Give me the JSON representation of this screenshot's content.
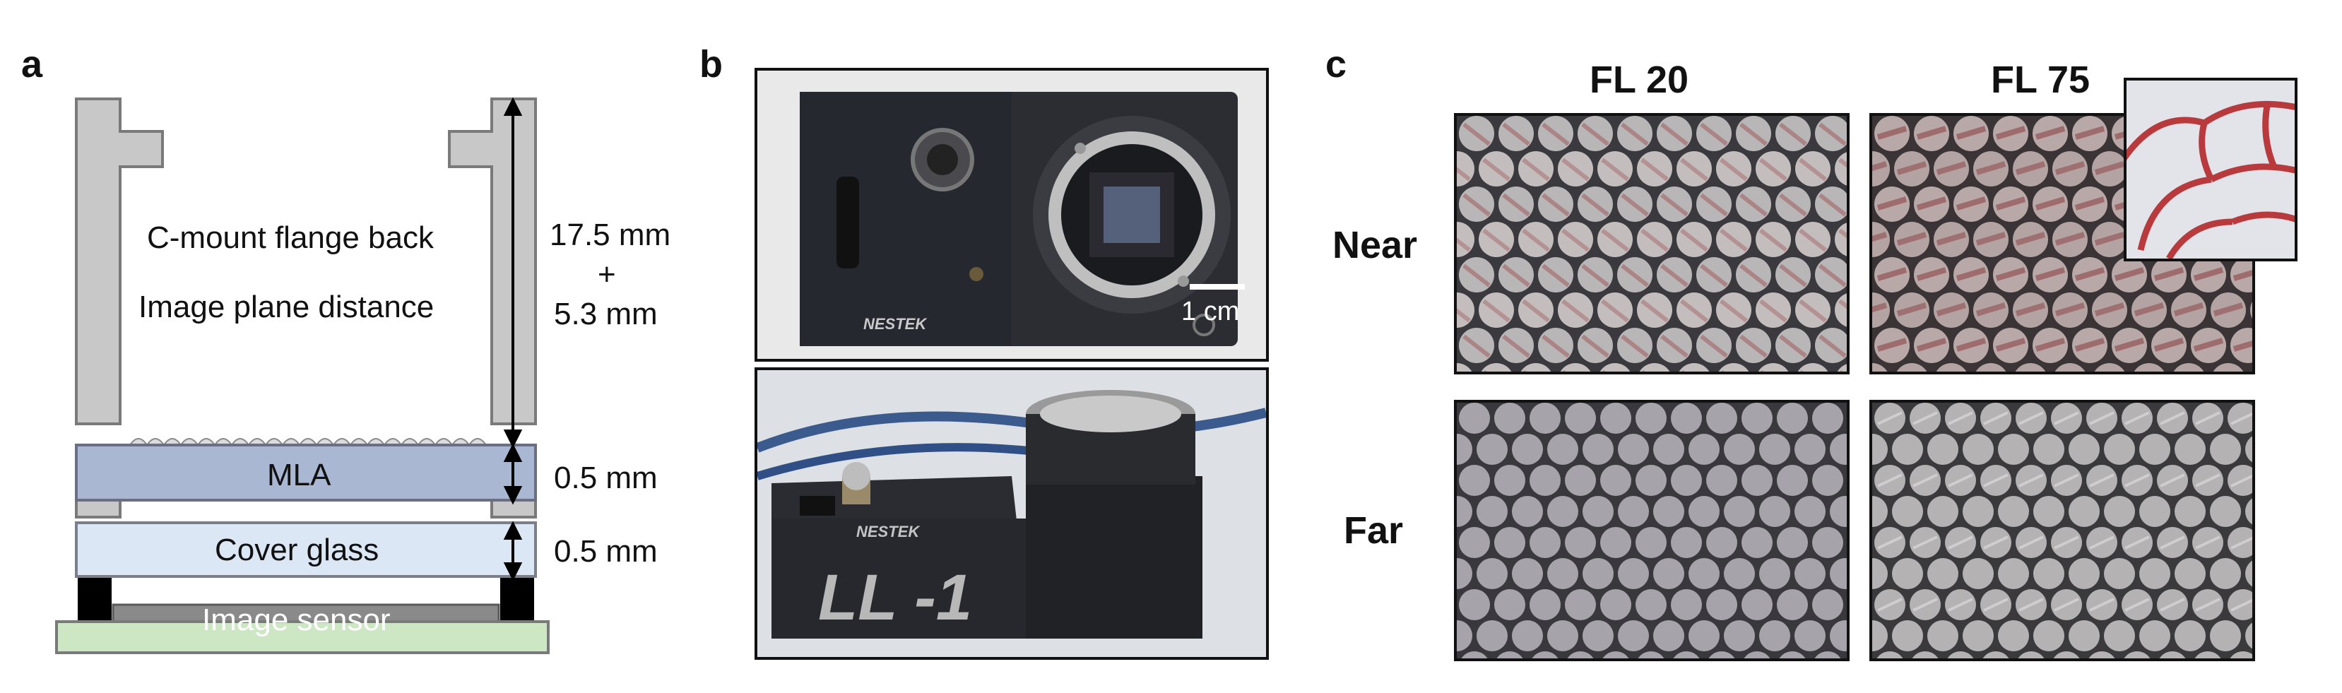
{
  "panels": {
    "a": "a",
    "b": "b",
    "c": "c"
  },
  "panel_a": {
    "flange_line1": "C-mount flange back",
    "flange_line2": "Image plane distance",
    "dim_top_1": "17.5 mm",
    "dim_top_plus": "+",
    "dim_top_2": "5.3 mm",
    "mla_label": "MLA",
    "mla_dim": "0.5 mm",
    "cover_label": "Cover glass",
    "cover_dim": "0.5 mm",
    "sensor_label": "Image sensor"
  },
  "panel_b": {
    "brand_top": "NESTEK",
    "scale_bar": "1 cm",
    "brand_bottom": "NESTEK",
    "model": "LL -1"
  },
  "panel_c": {
    "col1": "FL 20",
    "col2": "FL 75",
    "row1": "Near",
    "row2": "Far"
  }
}
